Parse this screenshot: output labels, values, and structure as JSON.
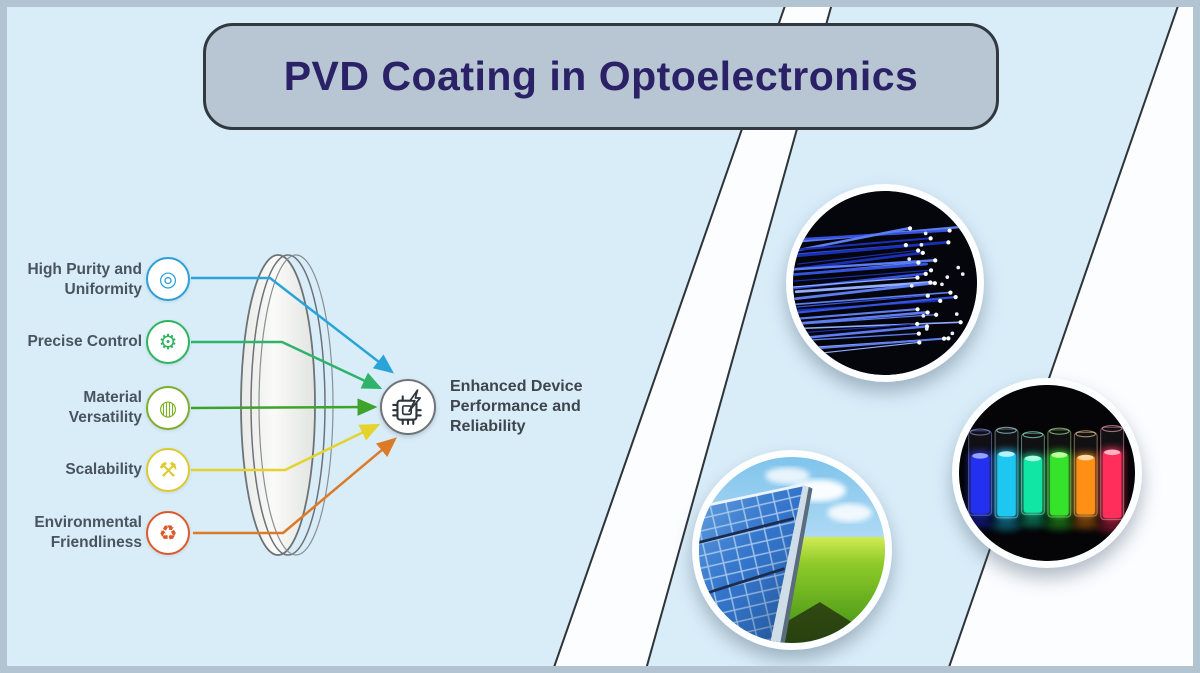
{
  "title": {
    "text": "PVD Coating in Optoelectronics"
  },
  "colors": {
    "page_background": "#d9edf9",
    "frame_border": "#b2c3d1",
    "stripe_fill": "#fbfdff",
    "stripe_edge": "#2e3338",
    "title_box_fill": "#b7c6d2",
    "title_box_border": "#31383f",
    "title_text": "#2a2166",
    "factor_label_text": "#4a545e",
    "result_text": "#3f454c"
  },
  "factors": [
    {
      "label": "High Purity and\nUniformity",
      "icon": "bullseye-sparkles-icon",
      "glyph": "◎",
      "icon_color": "#2d9fd4",
      "arrow_color": "#2aa4d8"
    },
    {
      "label": "Precise Control",
      "icon": "robot-arm-icon",
      "glyph": "⚙",
      "icon_color": "#2eb35e",
      "arrow_color": "#2fb36b"
    },
    {
      "label": "Material\nVersatility",
      "icon": "palette-server-icon",
      "glyph": "◍",
      "icon_color": "#7fae2c",
      "arrow_color": "#3da32b"
    },
    {
      "label": "Scalability",
      "icon": "factory-crane-icon",
      "glyph": "⚒",
      "icon_color": "#ddca2f",
      "arrow_color": "#e3d32c"
    },
    {
      "label": "Environmental\nFriendliness",
      "icon": "eco-trees-icon",
      "glyph": "♻",
      "icon_color": "#dc5a2a",
      "arrow_color": "#dd7a28"
    }
  ],
  "result": {
    "label": "Enhanced Device\nPerformance and\nReliability",
    "icon": "chip-lightning-icon"
  },
  "photos": [
    {
      "name": "fiber-optic-cables-photo"
    },
    {
      "name": "fluorescent-vials-photo"
    },
    {
      "name": "solar-panels-photo"
    }
  ]
}
